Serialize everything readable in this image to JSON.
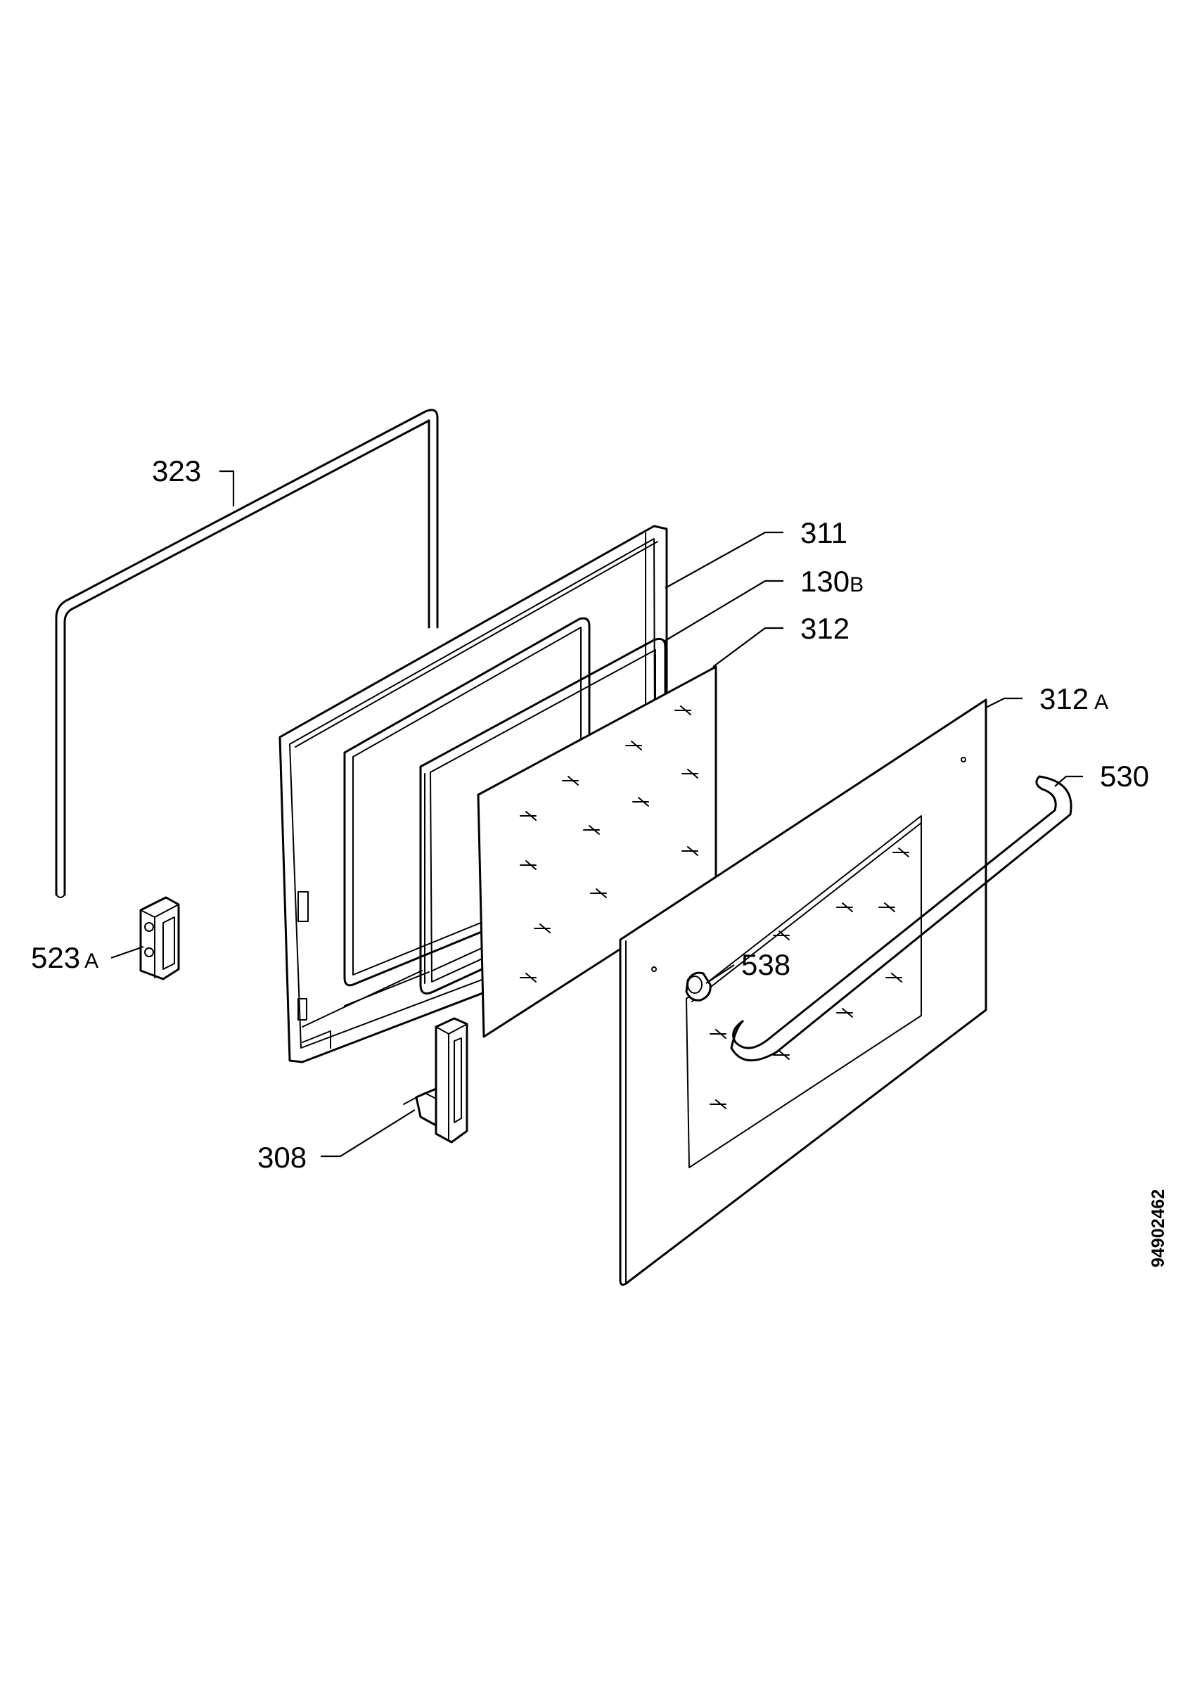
{
  "callouts": [
    {
      "id": "c323",
      "number": "323",
      "suffix": ""
    },
    {
      "id": "c311",
      "number": "311",
      "suffix": ""
    },
    {
      "id": "c130b",
      "number": "130",
      "suffix": "B"
    },
    {
      "id": "c312",
      "number": "312",
      "suffix": ""
    },
    {
      "id": "c312a",
      "number": "312",
      "suffix": "A"
    },
    {
      "id": "c530",
      "number": "530",
      "suffix": ""
    },
    {
      "id": "c523a",
      "number": "523",
      "suffix": "A"
    },
    {
      "id": "c538",
      "number": "538",
      "suffix": ""
    },
    {
      "id": "c308",
      "number": "308",
      "suffix": ""
    }
  ],
  "document_number": "94902462"
}
